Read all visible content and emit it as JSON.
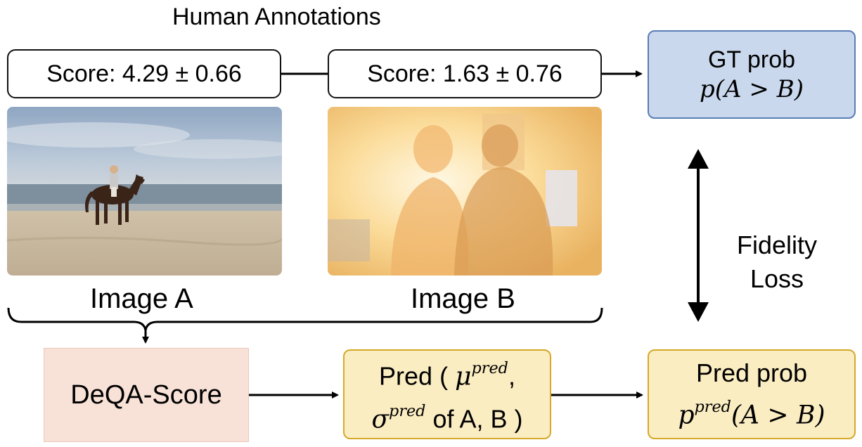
{
  "title": "Human Annotations",
  "score_a": {
    "label": "Score:",
    "value": "4.29 ± 0.66"
  },
  "score_b": {
    "label": "Score:",
    "value": "1.63 ± 0.76"
  },
  "gt": {
    "line1": "GT prob",
    "line2": "p(A > B)"
  },
  "image_a_label": "Image A",
  "image_b_label": "Image B",
  "fidelity": {
    "line1": "Fidelity",
    "line2": "Loss"
  },
  "deqa": "DeQA-Score",
  "pred": {
    "open": "Pred (",
    "mu": "μ",
    "mu_sup": "pred",
    "sep": ",",
    "sigma": "σ",
    "sigma_sup": "pred",
    "tail": "of A, B )"
  },
  "pred_prob": {
    "line1": "Pred prob",
    "p": "p",
    "p_sup": "pred",
    "expr": "(A > B)"
  },
  "colors": {
    "gt_fill": "#cad8ee",
    "pred_fill": "#fbedc2",
    "deqa_fill": "#f8e2d7"
  }
}
